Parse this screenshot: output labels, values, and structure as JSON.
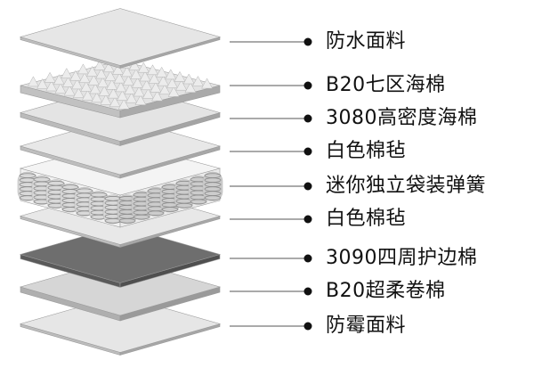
{
  "diagram": {
    "layers": [
      {
        "id": "waterproof-fabric",
        "label": "防水面料",
        "shape": "sheet",
        "fill": "#e6e6e6"
      },
      {
        "id": "b20-seven-zone-foam",
        "label": "B20七区海棉",
        "shape": "spiky-foam",
        "fill": "#e3e3e3"
      },
      {
        "id": "3080-hd-foam",
        "label": "3080高密度海棉",
        "shape": "sheet",
        "fill": "#e4e4e4"
      },
      {
        "id": "white-felt-top",
        "label": "白色棉毡",
        "shape": "sheet",
        "fill": "#e8e8e8"
      },
      {
        "id": "pocket-springs",
        "label": "迷你独立袋装弹簧",
        "shape": "springs",
        "fill": "#d9d9d9"
      },
      {
        "id": "white-felt-bottom",
        "label": "白色棉毡",
        "shape": "sheet",
        "fill": "#e8e8e8"
      },
      {
        "id": "3090-edge-foam",
        "label": "3090四周护边棉",
        "shape": "sheet",
        "fill": "#6e6e6e"
      },
      {
        "id": "b20-soft-roll-foam",
        "label": "B20超柔卷棉",
        "shape": "sheet",
        "fill": "#d6d6d6"
      },
      {
        "id": "anti-mildew-fabric",
        "label": "防霉面料",
        "shape": "sheet",
        "fill": "#e6e6e6"
      }
    ],
    "colors": {
      "leader_line": "#555555",
      "bullet": "#111111",
      "spring_stroke": "#8c8c8c",
      "layer_edge": "#9a9a9a"
    }
  }
}
